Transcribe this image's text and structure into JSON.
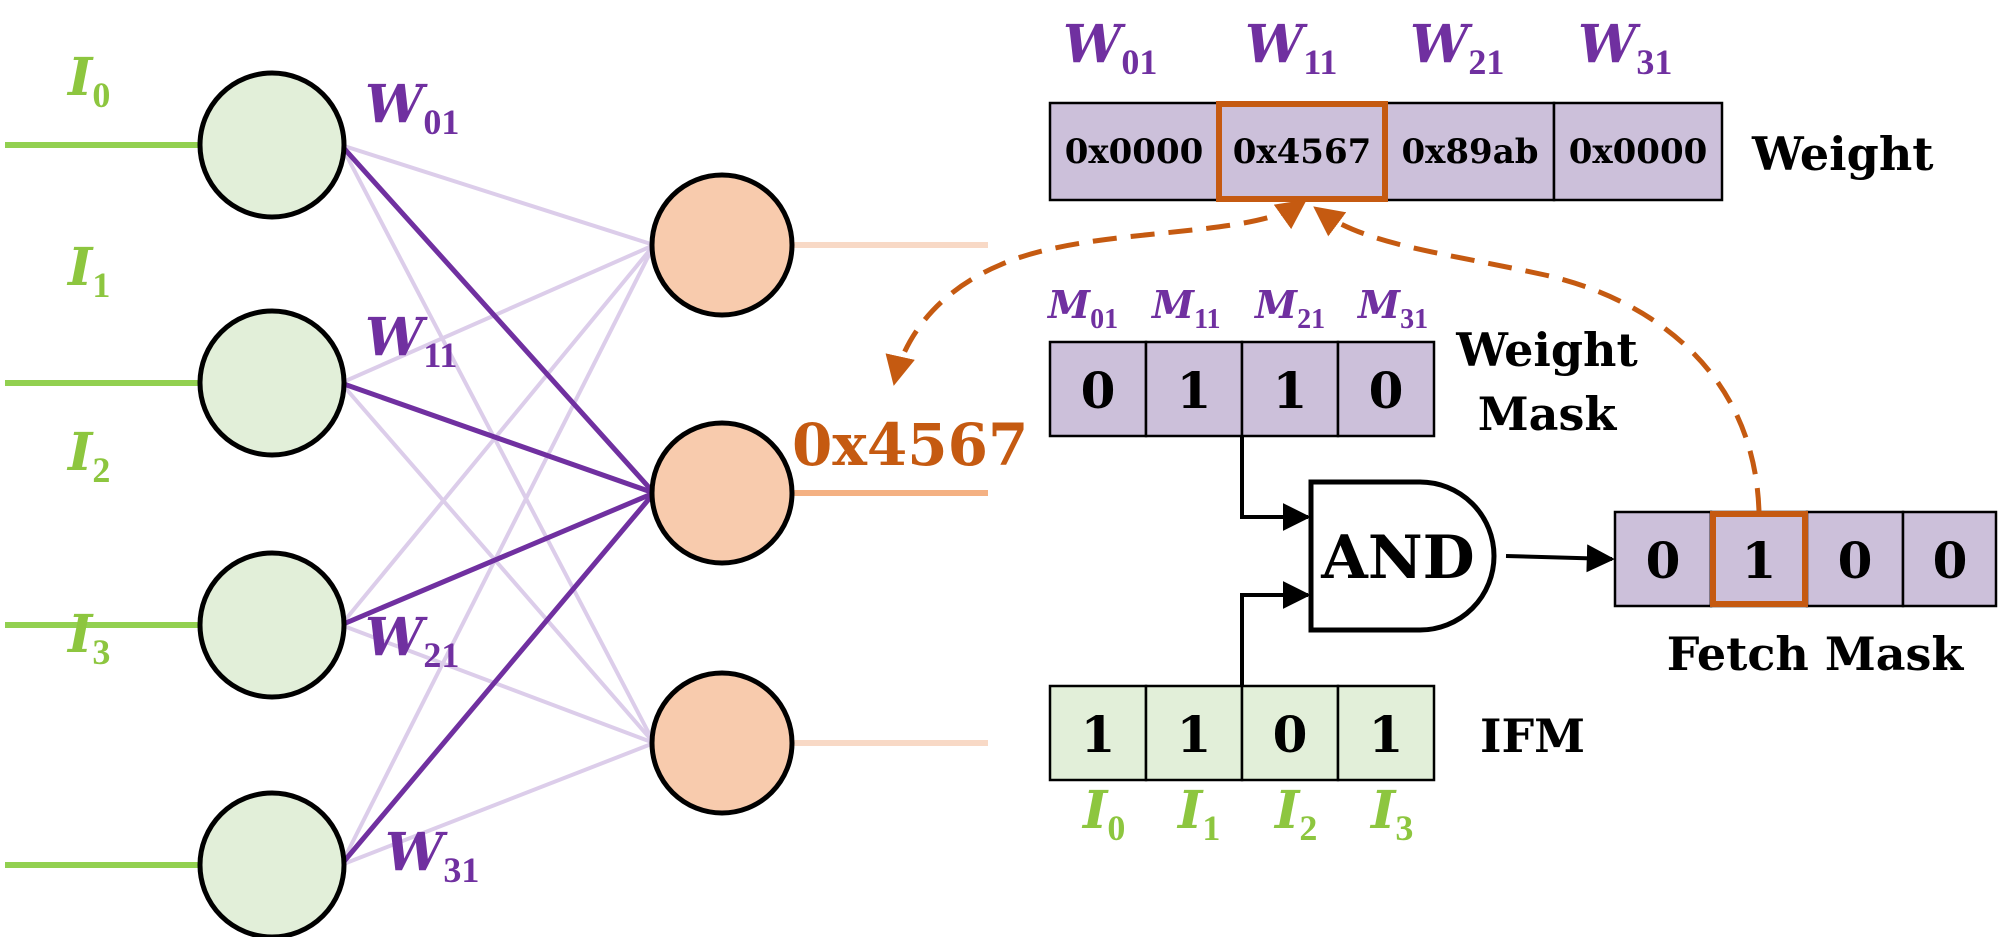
{
  "colors": {
    "input_fill": "#e2efd9",
    "input_line": "#92d050",
    "input_text": "#8dc63f",
    "output_fill": "#f8cbad",
    "output_line_faint": "#f8d9c6",
    "output_line": "#f4b183",
    "weight_purple": "#7030a0",
    "weight_faint": "#dccdea",
    "cell_purple": "#ccc0da",
    "cell_green": "#e2efd9",
    "accent_orange": "#c55a11",
    "stroke": "#000000"
  },
  "network": {
    "input_labels": [
      {
        "main": "I",
        "sub": "0"
      },
      {
        "main": "I",
        "sub": "1"
      },
      {
        "main": "I",
        "sub": "2"
      },
      {
        "main": "I",
        "sub": "3"
      }
    ],
    "weight_labels": [
      {
        "main": "W",
        "sub": "01"
      },
      {
        "main": "W",
        "sub": "11"
      },
      {
        "main": "W",
        "sub": "21"
      },
      {
        "main": "W",
        "sub": "31"
      }
    ],
    "output_value": "0x4567",
    "highlighted_output": 1
  },
  "weight_array": {
    "headers": [
      {
        "main": "W",
        "sub": "01"
      },
      {
        "main": "W",
        "sub": "11"
      },
      {
        "main": "W",
        "sub": "21"
      },
      {
        "main": "W",
        "sub": "31"
      }
    ],
    "cells": [
      "0x0000",
      "0x4567",
      "0x89ab",
      "0x0000"
    ],
    "highlighted": 1,
    "label": "Weight"
  },
  "weight_mask": {
    "headers": [
      {
        "main": "M",
        "sub": "01"
      },
      {
        "main": "M",
        "sub": "11"
      },
      {
        "main": "M",
        "sub": "21"
      },
      {
        "main": "M",
        "sub": "31"
      }
    ],
    "cells": [
      "0",
      "1",
      "1",
      "0"
    ],
    "label_line1": "Weight",
    "label_line2": "Mask"
  },
  "and_gate": {
    "label": "AND"
  },
  "fetch_mask": {
    "cells": [
      "0",
      "1",
      "0",
      "0"
    ],
    "highlighted": 1,
    "label": "Fetch Mask"
  },
  "ifm": {
    "cells": [
      "1",
      "1",
      "0",
      "1"
    ],
    "label": "IFM",
    "footers": [
      {
        "main": "I",
        "sub": "0"
      },
      {
        "main": "I",
        "sub": "1"
      },
      {
        "main": "I",
        "sub": "2"
      },
      {
        "main": "I",
        "sub": "3"
      }
    ]
  }
}
